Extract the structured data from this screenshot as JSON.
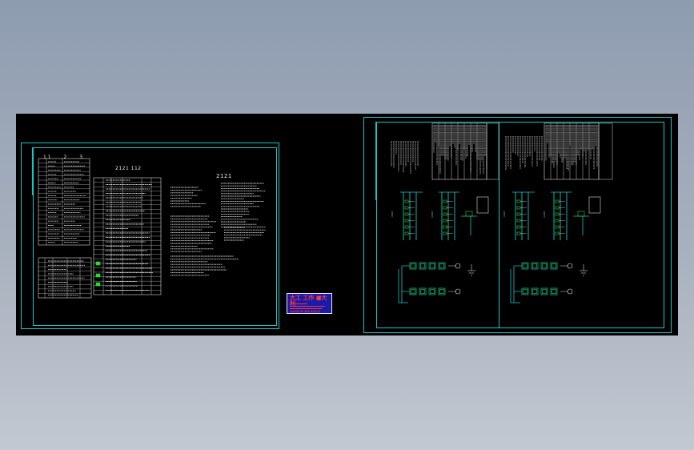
{
  "drawing": {
    "left_sheet": {
      "heading_main": "2121 112",
      "heading_notes": "2121",
      "list_header": [
        "1 1",
        "2",
        "3"
      ]
    },
    "stamp": {
      "line1": "大工 工作 ■大利",
      "line2": "请勿商用 学习参考 免费交流"
    }
  },
  "colors": {
    "background_top": "#8e9cb0",
    "sheet_bg": "#000000",
    "frame": "#19c6c6",
    "ink": "#d9d9d9",
    "component": "#2fd92f",
    "stamp_bg": "#1a1aa8",
    "stamp_text": "#ff2b2b"
  }
}
